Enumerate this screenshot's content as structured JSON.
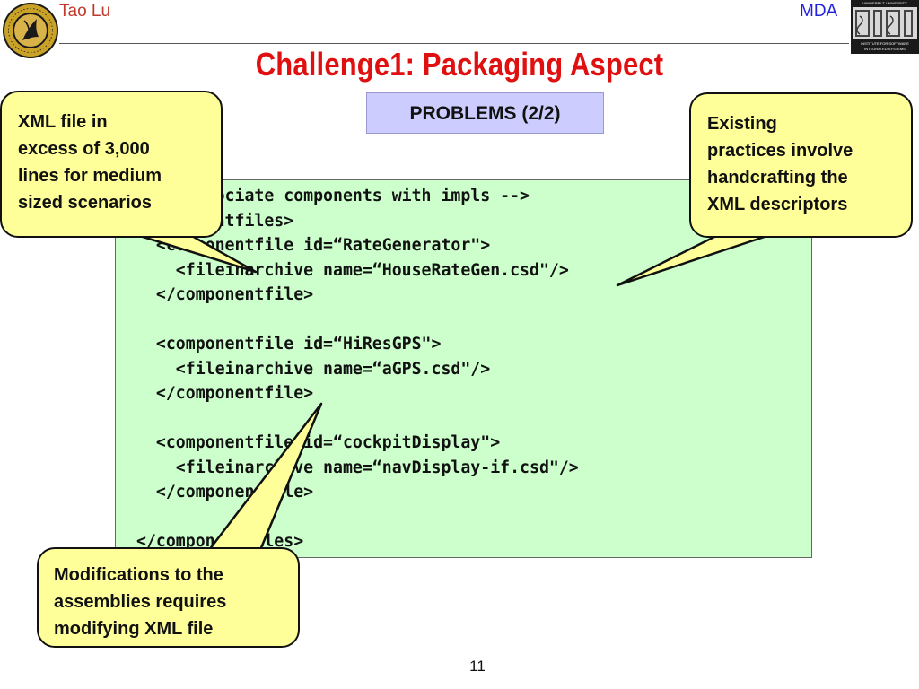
{
  "header": {
    "author": "Tao Lu",
    "topic": "MDA"
  },
  "logos": {
    "seal_name": "vanderbilt-university-seal",
    "isis_top_text": "VANDERBILT UNIVERSITY",
    "isis_bottom_text": "INSTITUTE FOR SOFTWARE INTEGRATED SYSTEMS"
  },
  "title": "Challenge1: Packaging Aspect",
  "subtitle": "PROBLEMS (2/2)",
  "code": {
    "lines": [
      "<!-- Associate components with impls -->",
      "<componentfiles>",
      "  <componentfile id=“RateGenerator\">",
      "    <fileinarchive name=“HouseRateGen.csd\"/>",
      "  </componentfile>",
      "",
      "  <componentfile id=“HiResGPS\">",
      "    <fileinarchive name=“aGPS.csd\"/>",
      "  </componentfile>",
      "",
      "  <componentfile id=“cockpitDisplay\">",
      "    <fileinarchive name=“navDisplay-if.csd\"/>",
      "  </componentfile>",
      "",
      "</componentfiles>"
    ]
  },
  "callouts": {
    "xml_size": [
      "XML file in",
      "excess of 3,000",
      "lines for medium",
      "sized scenarios"
    ],
    "handcraft": [
      "Existing",
      "practices involve",
      "handcrafting the",
      "XML descriptors"
    ],
    "modify": [
      "Modifications to the",
      "assemblies requires",
      "modifying XML file"
    ]
  },
  "colors": {
    "title": "#e01010",
    "author": "#c0392b",
    "topic": "#2222dd",
    "problems_bg": "#ccccff",
    "code_bg": "#ccffcc",
    "callout_bg": "#ffff99"
  },
  "footer": {
    "page_number": "11"
  }
}
